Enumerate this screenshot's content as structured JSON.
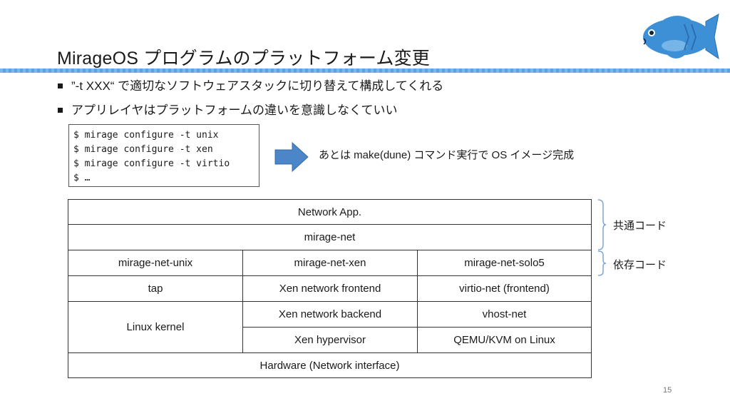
{
  "slide": {
    "title": "MirageOS プログラムのプラットフォーム変更",
    "bullets": [
      "”-t XXX“ で適切なソフトウェアスタックに切り替えて構成してくれる",
      "アプリレイヤはプラットフォームの違いを意識しなくていい"
    ],
    "code_lines": [
      "$ mirage configure -t unix",
      "$ mirage configure -t xen",
      "$ mirage configure -t virtio",
      "$ …"
    ],
    "note": "あとは make(dune) コマンド実行で OS イメージ完成",
    "page_number": "15"
  },
  "stack": {
    "network_app": "Network App.",
    "mirage_net": "mirage-net",
    "net_unix": "mirage-net-unix",
    "net_xen": "mirage-net-xen",
    "net_solo5": "mirage-net-solo5",
    "tap": "tap",
    "xen_frontend": "Xen network frontend",
    "virtio_frontend": "virtio-net (frontend)",
    "linux_kernel": "Linux kernel",
    "xen_backend": "Xen network backend",
    "vhost_net": "vhost-net",
    "xen_hypervisor": "Xen hypervisor",
    "qemu_kvm": "QEMU/KVM on Linux",
    "hardware": "Hardware (Network interface)"
  },
  "annotations": {
    "common_code": "共通コード",
    "dependent_code": "依存コード"
  },
  "colors": {
    "accent_blue": "#3f7fd0",
    "fish_body": "#3d8fd6",
    "arrow_fill": "#4a86c8"
  },
  "icons": {
    "fish": "fish-illustration",
    "arrow": "right-arrow-icon",
    "bullet": "square-bullet-icon"
  }
}
